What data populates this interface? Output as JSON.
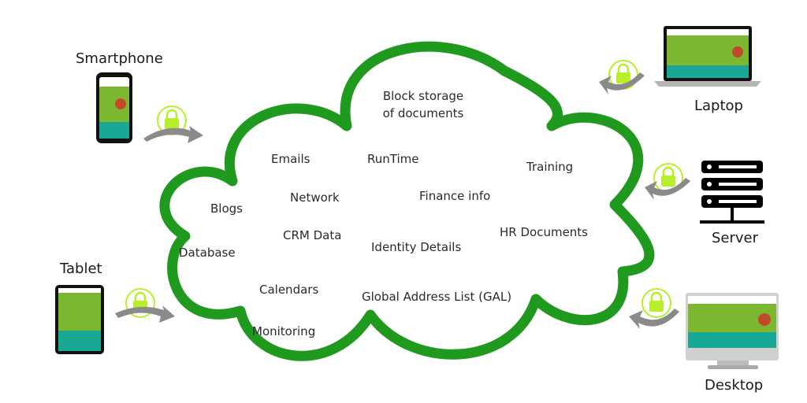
{
  "devices": {
    "smartphone": "Smartphone",
    "laptop": "Laptop",
    "server": "Server",
    "tablet": "Tablet",
    "desktop": "Desktop"
  },
  "cloud": {
    "block_storage_line1": "Block storage",
    "block_storage_line2": "of documents",
    "emails": "Emails",
    "runtime": "RunTime",
    "training": "Training",
    "blogs": "Blogs",
    "network": "Network",
    "finance": "Finance info",
    "crm": "CRM Data",
    "hr": "HR Documents",
    "database": "Database",
    "identity": "Identity Details",
    "calendars": "Calendars",
    "gal": "Global Address List (GAL)",
    "monitoring": "Monitoring"
  },
  "colors": {
    "cloud_green": "#1f9a1f",
    "lock_green": "#b7f02a",
    "arrow_gray": "#8a8a8a",
    "screen_green": "#7cb82f",
    "screen_teal": "#1aa896"
  }
}
